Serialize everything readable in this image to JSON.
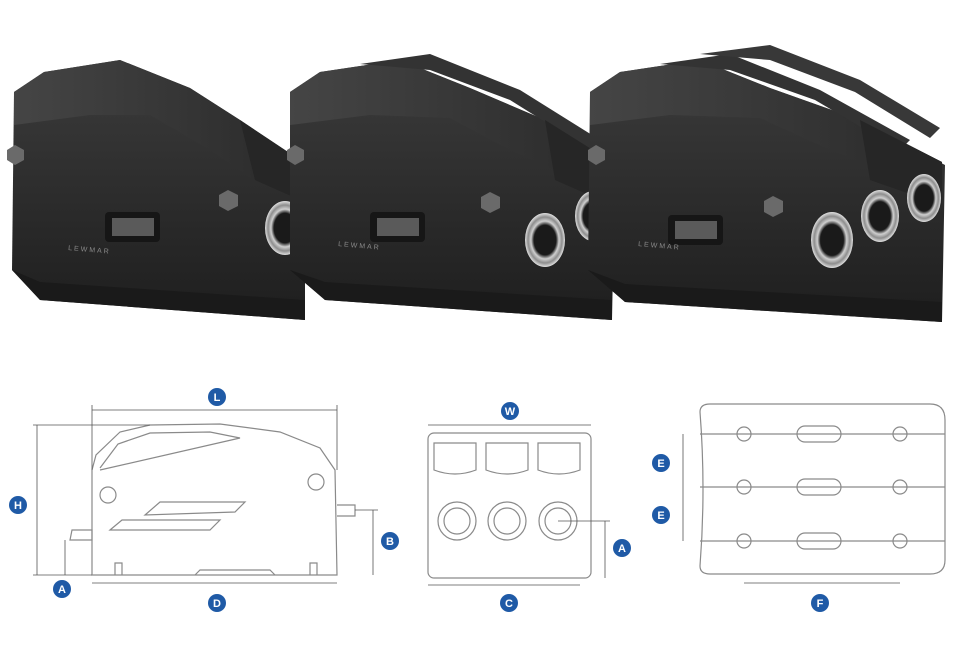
{
  "brand": {
    "text": "LEWMAR"
  },
  "dimensions": {
    "length": "L",
    "height": "H",
    "depth": "D",
    "bore_height": "B",
    "base_offset": "A",
    "width": "W",
    "centres": "C",
    "spacing": "E",
    "fixing_length": "F"
  },
  "colors": {
    "body": "#2b2b2b",
    "badge": "#1f5aa6",
    "outline": "#8a8a8a",
    "dimension_line": "#555555"
  }
}
